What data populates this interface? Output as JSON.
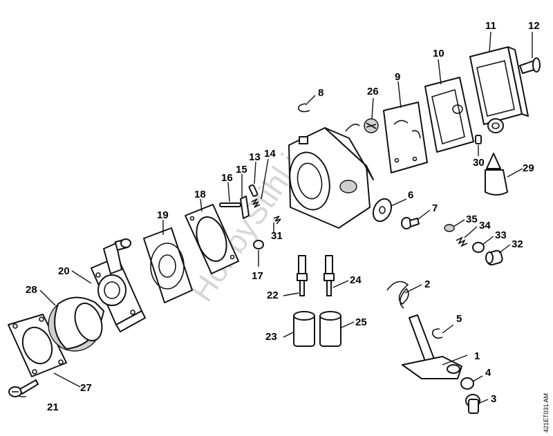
{
  "diagram": {
    "watermark": "HobbyStihl.it",
    "drawing_code": "421ET031 AM",
    "part_labels": [
      "1",
      "2",
      "3",
      "4",
      "5",
      "6",
      "7",
      "8",
      "9",
      "10",
      "11",
      "12",
      "13",
      "14",
      "15",
      "16",
      "17",
      "18",
      "19",
      "20",
      "21",
      "22",
      "23",
      "24",
      "25",
      "26",
      "27",
      "28",
      "29",
      "30",
      "31",
      "32",
      "33",
      "34",
      "35"
    ]
  }
}
